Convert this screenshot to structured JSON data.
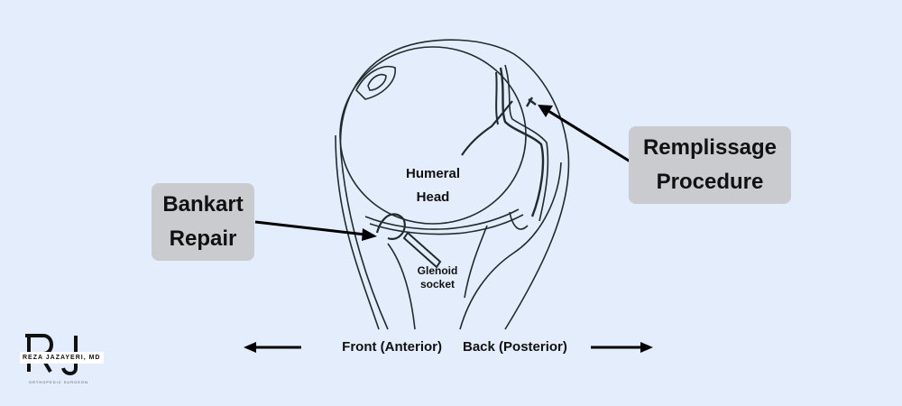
{
  "labels": {
    "remplissage": [
      "Remplissage",
      "Procedure"
    ],
    "bankart": [
      "Bankart",
      "Repair"
    ],
    "humeral_head": [
      "Humeral",
      "Head"
    ],
    "glenoid": [
      "Glenoid",
      "socket"
    ],
    "front": "Front (Anterior)",
    "back": "Back (Posterior)"
  },
  "logo": {
    "initials": "RJ",
    "name": "REZA JAZAYERI, MD",
    "subtitle": "ORTHOPEDIC SURGEON"
  },
  "colors": {
    "background": "#e4edfb",
    "label_box": "#c9cbcf",
    "ink": "#1a2426"
  }
}
